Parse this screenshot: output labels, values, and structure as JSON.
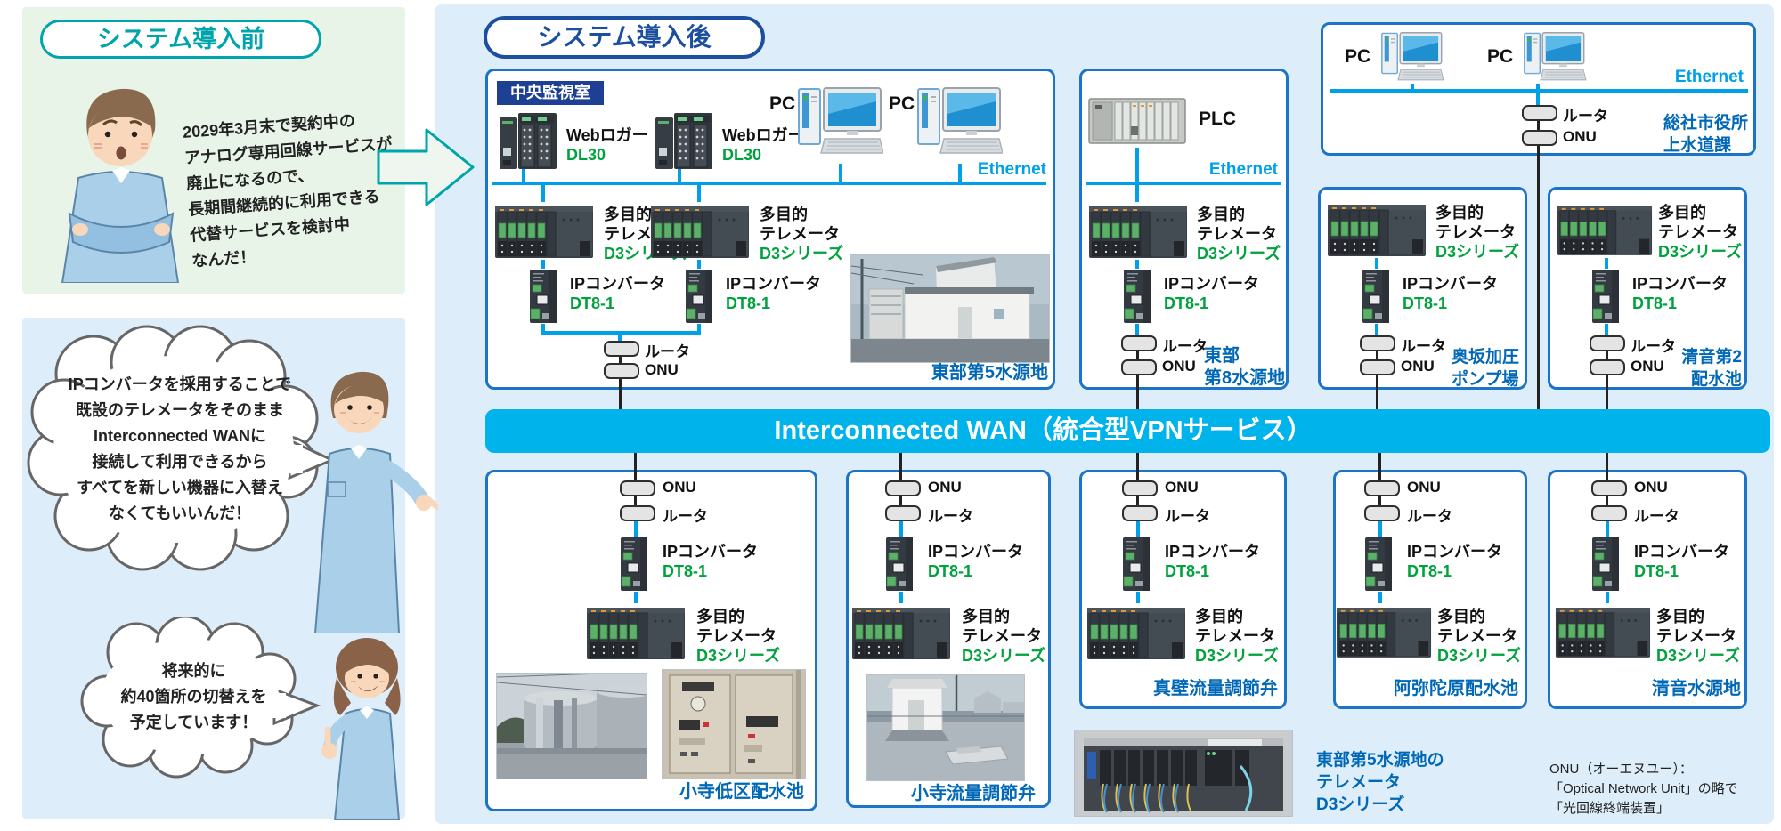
{
  "colors": {
    "teal": "#00a5ab",
    "navy": "#1d4fa1",
    "box_border": "#1b74c8",
    "site_blue": "#0068b7",
    "green": "#00a23d",
    "cyan": "#00a0e9",
    "banner": "#00b3ea",
    "panel_bg": "#ddeefa",
    "before_bg": "#e9f4e9",
    "black_line": "#222222"
  },
  "before": {
    "header": "システム導入前",
    "lines": [
      "2029年3月末で契約中の",
      "アナログ専用回線サービスが",
      "廃止になるので、",
      "長期間継続的に利用できる",
      "代替サービスを検討中",
      "なんだ！"
    ]
  },
  "after": {
    "header": "システム導入後"
  },
  "eq": {
    "monitor_room": "中央監視室",
    "weblogger": "Webロガー",
    "weblogger_model": "DL30",
    "pc": "PC",
    "plc": "PLC",
    "ethernet": "Ethernet",
    "tele1": "多目的",
    "tele2": "テレメータ",
    "tele3": "D3シリーズ",
    "ipconv": "IPコンバータ",
    "ipconv_model": "DT8-1",
    "router": "ルータ",
    "onu": "ONU"
  },
  "wan": {
    "label": "Interconnected WAN（統合型VPNサービス）"
  },
  "sites": {
    "tobu5": "東部第5水源地",
    "tobu8_l1": "東部",
    "tobu8_l2": "第8水源地",
    "soja_l1": "総社市役所",
    "soja_l2": "上水道課",
    "okusaka_l1": "奥坂加圧",
    "okusaka_l2": "ポンプ場",
    "kiyone2_l1": "清音第2",
    "kiyone2_l2": "配水池",
    "kodera_teiku": "小寺低区配水池",
    "kodera_ryuryo": "小寺流量調節弁",
    "makabe": "真壁流量調節弁",
    "amidahara": "阿弥陀原配水池",
    "kiyone_suigen": "清音水源地"
  },
  "bubbles": {
    "b1": [
      "IPコンバータを採用することで",
      "既設のテレメータをそのまま",
      "Interconnected WANに",
      "接続して利用できるから",
      "すべてを新しい機器に入替え",
      "なくてもいいんだ！"
    ],
    "b2": [
      "将来的に",
      "約40箇所の切替えを",
      "予定しています！"
    ]
  },
  "notes": {
    "caption": [
      "東部第5水源地の",
      "テレメータ",
      "D3シリーズ"
    ],
    "onu": [
      "ONU（オーエヌユー）：",
      "「Optical Network Unit」の略で",
      "「光回線終端装置」"
    ]
  }
}
